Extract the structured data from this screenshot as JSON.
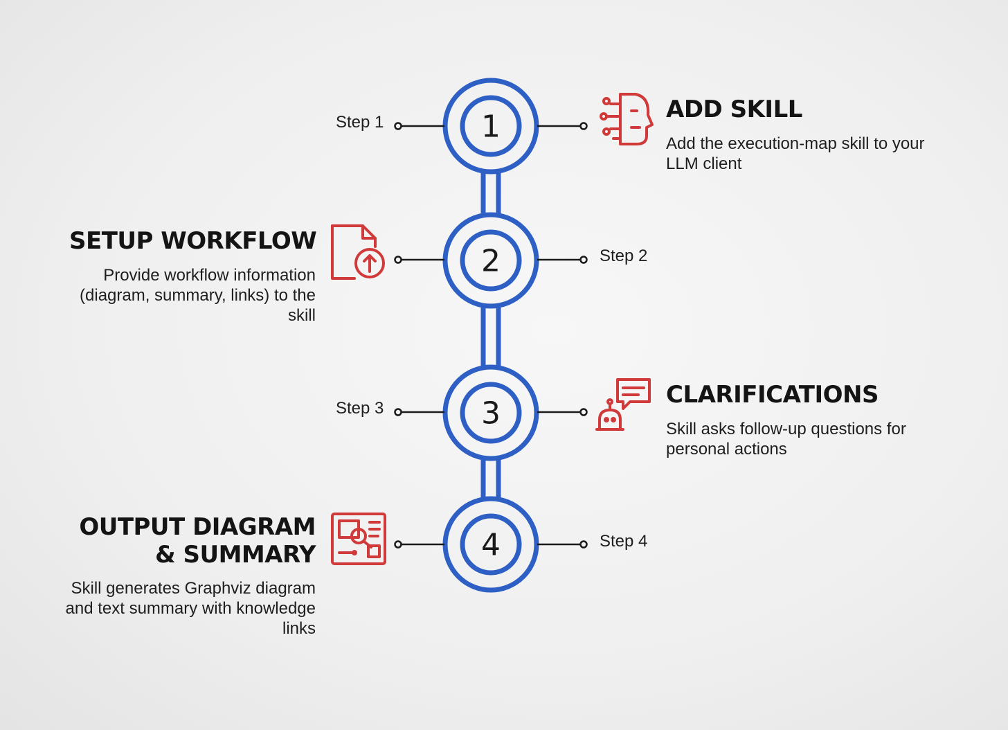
{
  "steps": [
    {
      "number": "1",
      "label": "Step 1",
      "title": "ADD SKILL",
      "description": "Add the execution-map skill to your LLM client",
      "icon": "ai-head-icon"
    },
    {
      "number": "2",
      "label": "Step 2",
      "title": "SETUP WORKFLOW",
      "description": "Provide workflow information (diagram, summary, links) to the skill",
      "icon": "document-upload-icon"
    },
    {
      "number": "3",
      "label": "Step 3",
      "title": "CLARIFICATIONS",
      "description": "Skill asks follow-up questions for personal actions",
      "icon": "robot-chat-icon"
    },
    {
      "number": "4",
      "label": "Step 4",
      "title_line1": "OUTPUT DIAGRAM",
      "title_line2": "& SUMMARY",
      "description": "Skill generates Graphviz diagram and text summary with knowledge links",
      "icon": "diagram-output-icon"
    }
  ],
  "colors": {
    "circle": "#2d5fc4",
    "icon": "#d03a3a",
    "ink": "#1a1a1a"
  }
}
